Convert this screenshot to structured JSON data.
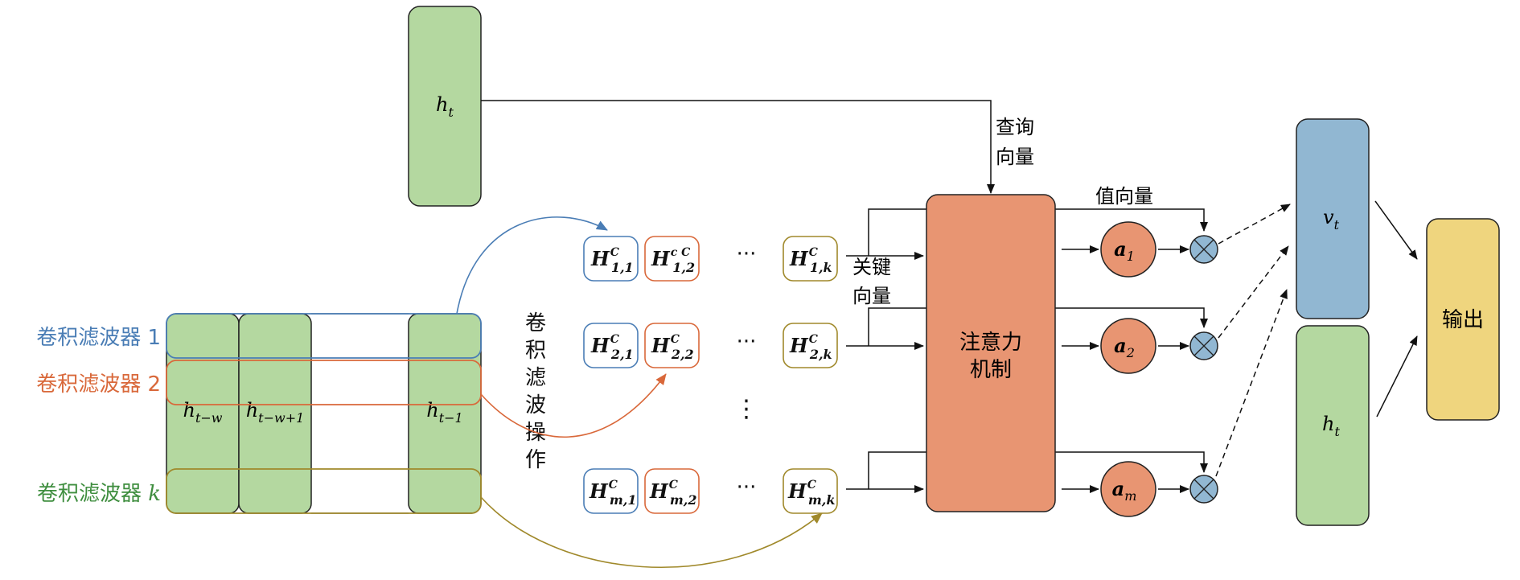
{
  "colors": {
    "green": "#b4d8a0",
    "blue": "#91b7d2",
    "orange": "#e89572",
    "yellow": "#efd57e",
    "filter1": "#4a7db5",
    "filter2": "#d9683a",
    "filterk": "#3f8e3f",
    "olive": "#a0892b"
  },
  "ht_top": {
    "base": "h",
    "sub": "t"
  },
  "input_columns": [
    {
      "base": "h",
      "sub": "t−w"
    },
    {
      "base": "h",
      "sub": "t−w+1"
    },
    {
      "base": "h",
      "sub": "t−1"
    }
  ],
  "filters": [
    {
      "label": "卷积滤波器 1"
    },
    {
      "label": "卷积滤波器 2"
    },
    {
      "label": "卷积滤波器 ",
      "italic": "k"
    }
  ],
  "conv_op_label": [
    "卷",
    "积",
    "滤",
    "波",
    "操",
    "作"
  ],
  "feature_rows": [
    {
      "cells": [
        {
          "sub": "1,1",
          "sup": "C"
        },
        {
          "sub": "1,2",
          "sup": "c C"
        },
        {
          "sub": "1,k",
          "sup": "C"
        }
      ]
    },
    {
      "cells": [
        {
          "sub": "2,1",
          "sup": "C"
        },
        {
          "sub": "2,2",
          "sup": "C"
        },
        {
          "sub": "2,k",
          "sup": "C"
        }
      ]
    },
    {
      "cells": [
        {
          "sub": "m,1",
          "sup": "C"
        },
        {
          "sub": "m,2",
          "sup": "C"
        },
        {
          "sub": "m,k",
          "sup": "C"
        }
      ]
    }
  ],
  "feature_base": "H",
  "hdots": "···",
  "vdots": "⋮",
  "query_label": [
    "查询",
    "向量"
  ],
  "key_label": [
    "关键",
    "向量"
  ],
  "value_label": "值向量",
  "attention_label": [
    "注意力",
    "机制"
  ],
  "alphas": [
    {
      "base": "a",
      "sub": "1"
    },
    {
      "base": "a",
      "sub": "2"
    },
    {
      "base": "a",
      "sub": "m"
    }
  ],
  "multiply_symbol": "⊗",
  "vt": {
    "base": "v",
    "sub": "t"
  },
  "ht_bottom": {
    "base": "h",
    "sub": "t"
  },
  "output_label": "输出"
}
